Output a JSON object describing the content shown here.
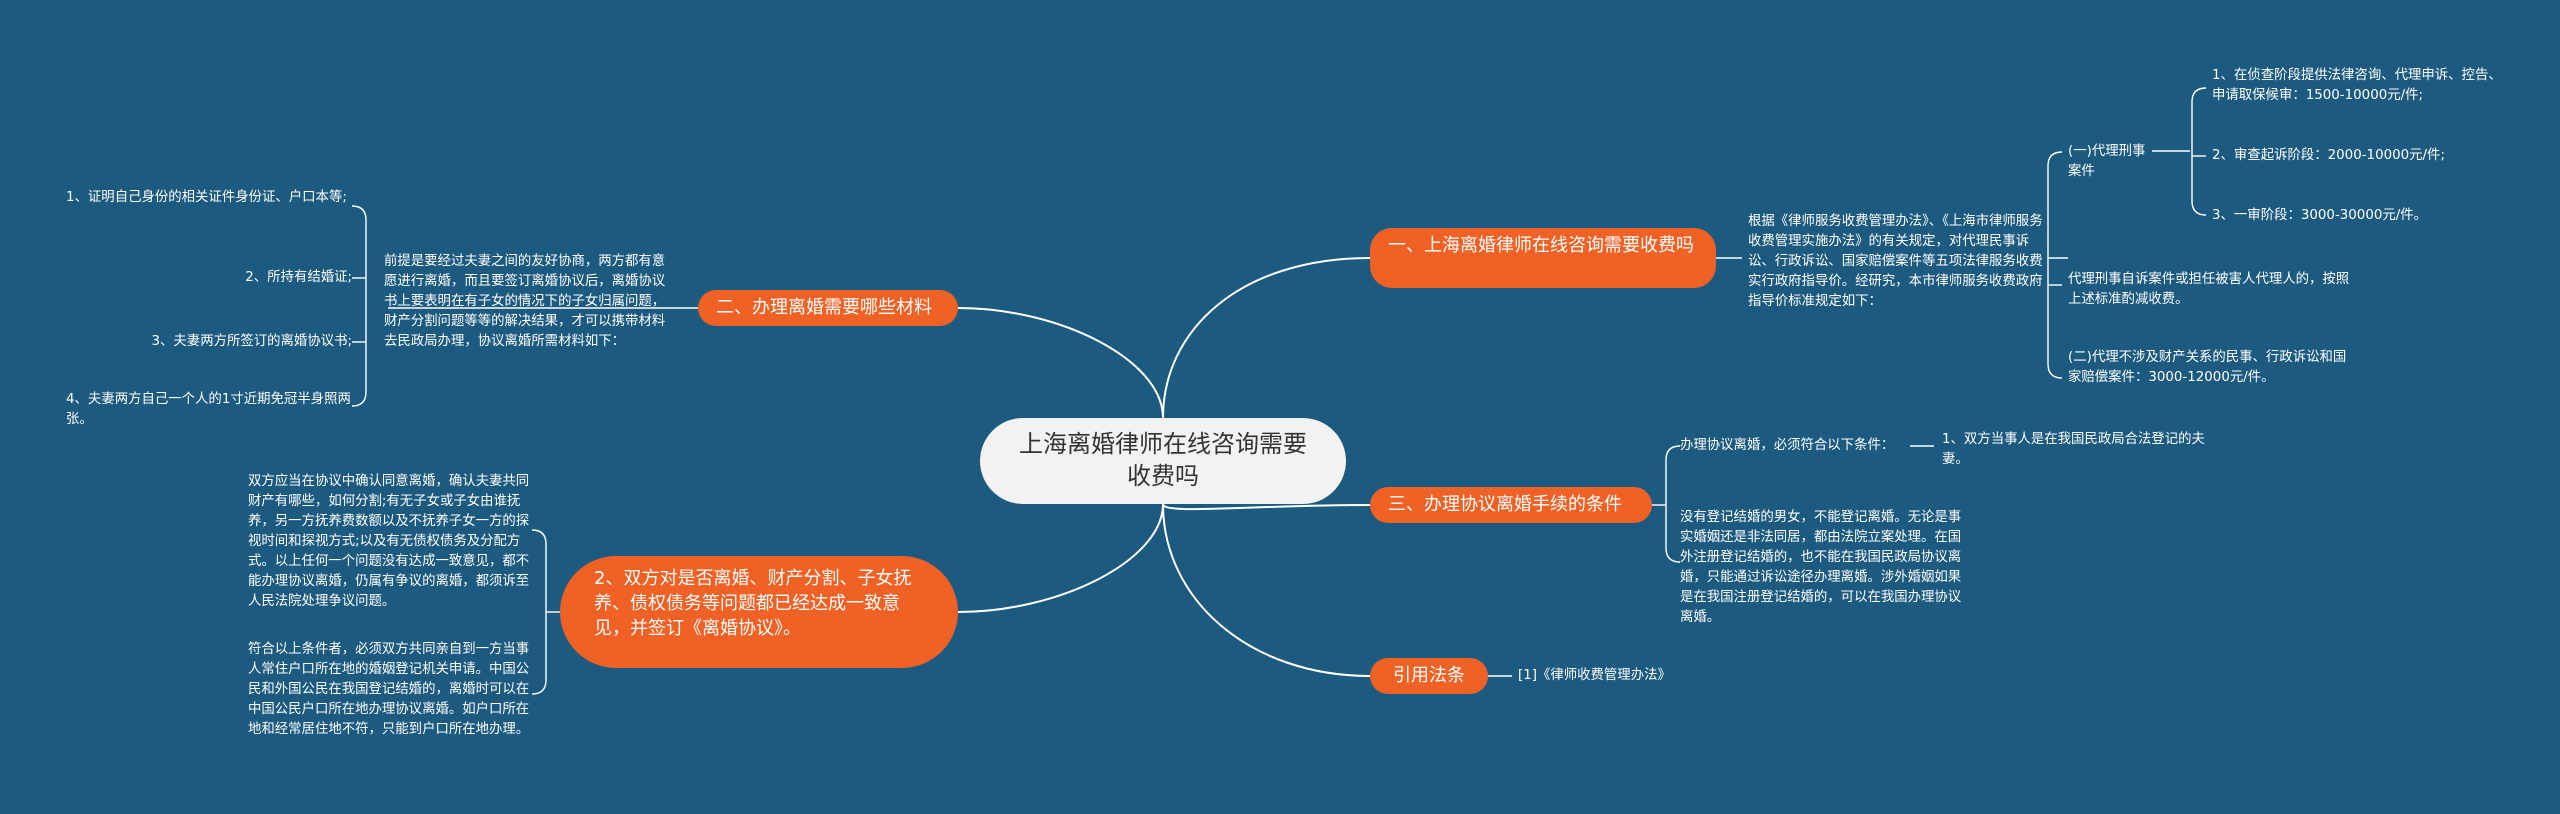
{
  "central": "上海离婚律师在线咨询需要收费吗",
  "branches": {
    "b1": {
      "label": "一、上海离婚律师在线咨询需要收费吗",
      "intro": "根据《律师服务收费管理办法》、《上海市律师服务收费管理实施办法》的有关规定，对代理民事诉讼、行政诉讼、国家赔偿案件等五项法律服务收费实行政府指导价。经研究，本市律师服务收费政府指导价标准规定如下：",
      "criminal": {
        "label": "(一)代理刑事案件",
        "items": [
          "1、在侦查阶段提供法律咨询、代理申诉、控告、申请取保候审：1500-10000元/件;",
          "2、审查起诉阶段：2000-10000元/件;",
          "3、一审阶段：3000-30000元/件。"
        ]
      },
      "victim": "代理刑事自诉案件或担任被害人代理人的，按照上述标准酌减收费。",
      "civil": "(二)代理不涉及财产关系的民事、行政诉讼和国家赔偿案件：3000-12000元/件。"
    },
    "b2": {
      "label": "二、办理离婚需要哪些材料",
      "intro": "前提是要经过夫妻之间的友好协商，两方都有意愿进行离婚，而且要签订离婚协议后，离婚协议书上要表明在有子女的情况下的子女归属问题，财产分割问题等等的解决结果，才可以携带材料去民政局办理，协议离婚所需材料如下：",
      "items": [
        "1、证明自己身份的相关证件身份证、户口本等;",
        "2、所持有结婚证;",
        "3、夫妻两方所签订的离婚协议书;",
        "4、夫妻两方自己一个人的1寸近期免冠半身照两张。"
      ]
    },
    "b3": {
      "label": "三、办理协议离婚手续的条件",
      "condition": "办理协议离婚，必须符合以下条件：",
      "condition_item": "1、双方当事人是在我国民政局合法登记的夫妻。",
      "note": "没有登记结婚的男女，不能登记离婚。无论是事实婚姻还是非法同居，都由法院立案处理。在国外注册登记结婚的，也不能在我国民政局协议离婚，只能通过诉讼途径办理离婚。涉外婚姻如果是在我国注册登记结婚的，可以在我国办理协议离婚。"
    },
    "b4": {
      "label": "2、双方对是否离婚、财产分割、子女抚养、债权债务等问题都已经达成一致意见，并签订《离婚协议》。",
      "p1": "双方应当在协议中确认同意离婚，确认夫妻共同财产有哪些，如何分割;有无子女或子女由谁抚养，另一方抚养费数额以及不抚养子女一方的探视时间和探视方式;以及有无债权债务及分配方式。以上任何一个问题没有达成一致意见，都不能办理协议离婚，仍属有争议的离婚，都须诉至人民法院处理争议问题。",
      "p2": "符合以上条件者，必须双方共同亲自到一方当事人常住户口所在地的婚姻登记机关申请。中国公民和外国公民在我国登记结婚的，离婚时可以在中国公民户口所在地办理协议离婚。如户口所在地和经常居住地不符，只能到户口所在地办理。"
    },
    "b5": {
      "label": "引用法条",
      "ref": "[1]《律师收费管理办法》"
    }
  },
  "colors": {
    "background": "#1c5a80",
    "accent": "#ef6124",
    "central_fill": "#f2f2f2",
    "line": "#ffffff"
  }
}
